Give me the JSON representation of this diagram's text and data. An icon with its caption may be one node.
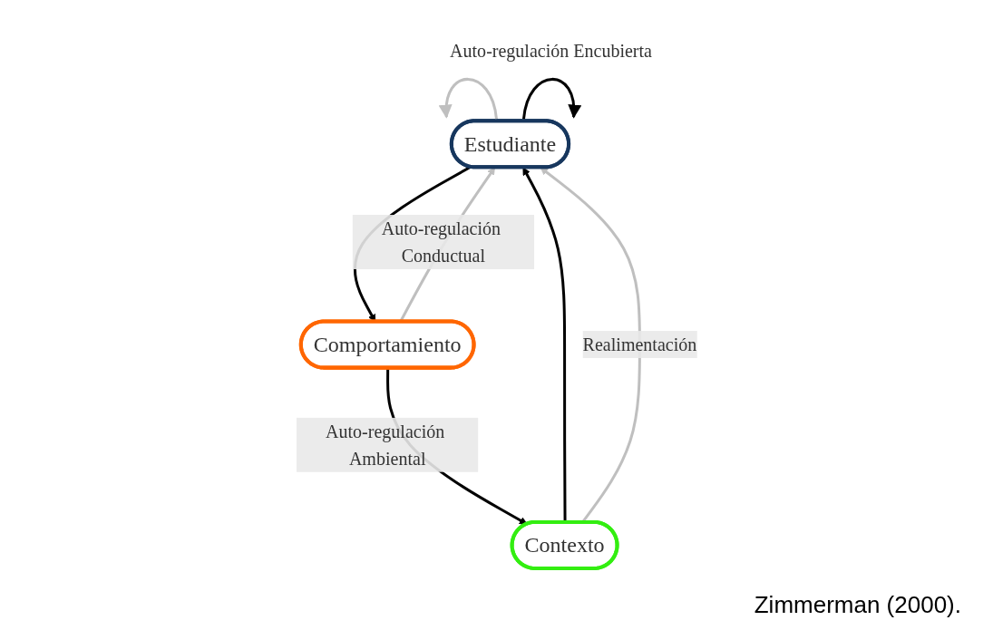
{
  "diagram": {
    "caption": "Zimmerman (2000).",
    "nodes": [
      {
        "text": [
          "Estudiante"
        ]
      },
      {
        "text": [
          "Contexto"
        ]
      },
      {
        "text": [
          "Comportamiento"
        ]
      }
    ],
    "edges": [
      {
        "from": 1,
        "to": 0,
        "arrow": "to"
      },
      {
        "from": 1,
        "to": 0,
        "arrow": "to",
        "label": "Realimentación",
        "color": "#bfbfbf"
      },
      {
        "from": 0,
        "to": 0,
        "arrow": "to",
        "label": "Auto-regulación Encubierta"
      },
      {
        "from": 0,
        "to": 0,
        "arrow": "to",
        "color": "#bfbfbf"
      },
      {
        "from": 0,
        "to": 2,
        "arrow": "to"
      },
      {
        "from": 2,
        "to": 0,
        "arrow": "to",
        "label": "Auto-regulación Conductual",
        "color": "#bfbfbf"
      },
      {
        "from": 2,
        "to": 1,
        "arrow": "to",
        "label": "Auto-regulación Ambiental"
      }
    ]
  }
}
